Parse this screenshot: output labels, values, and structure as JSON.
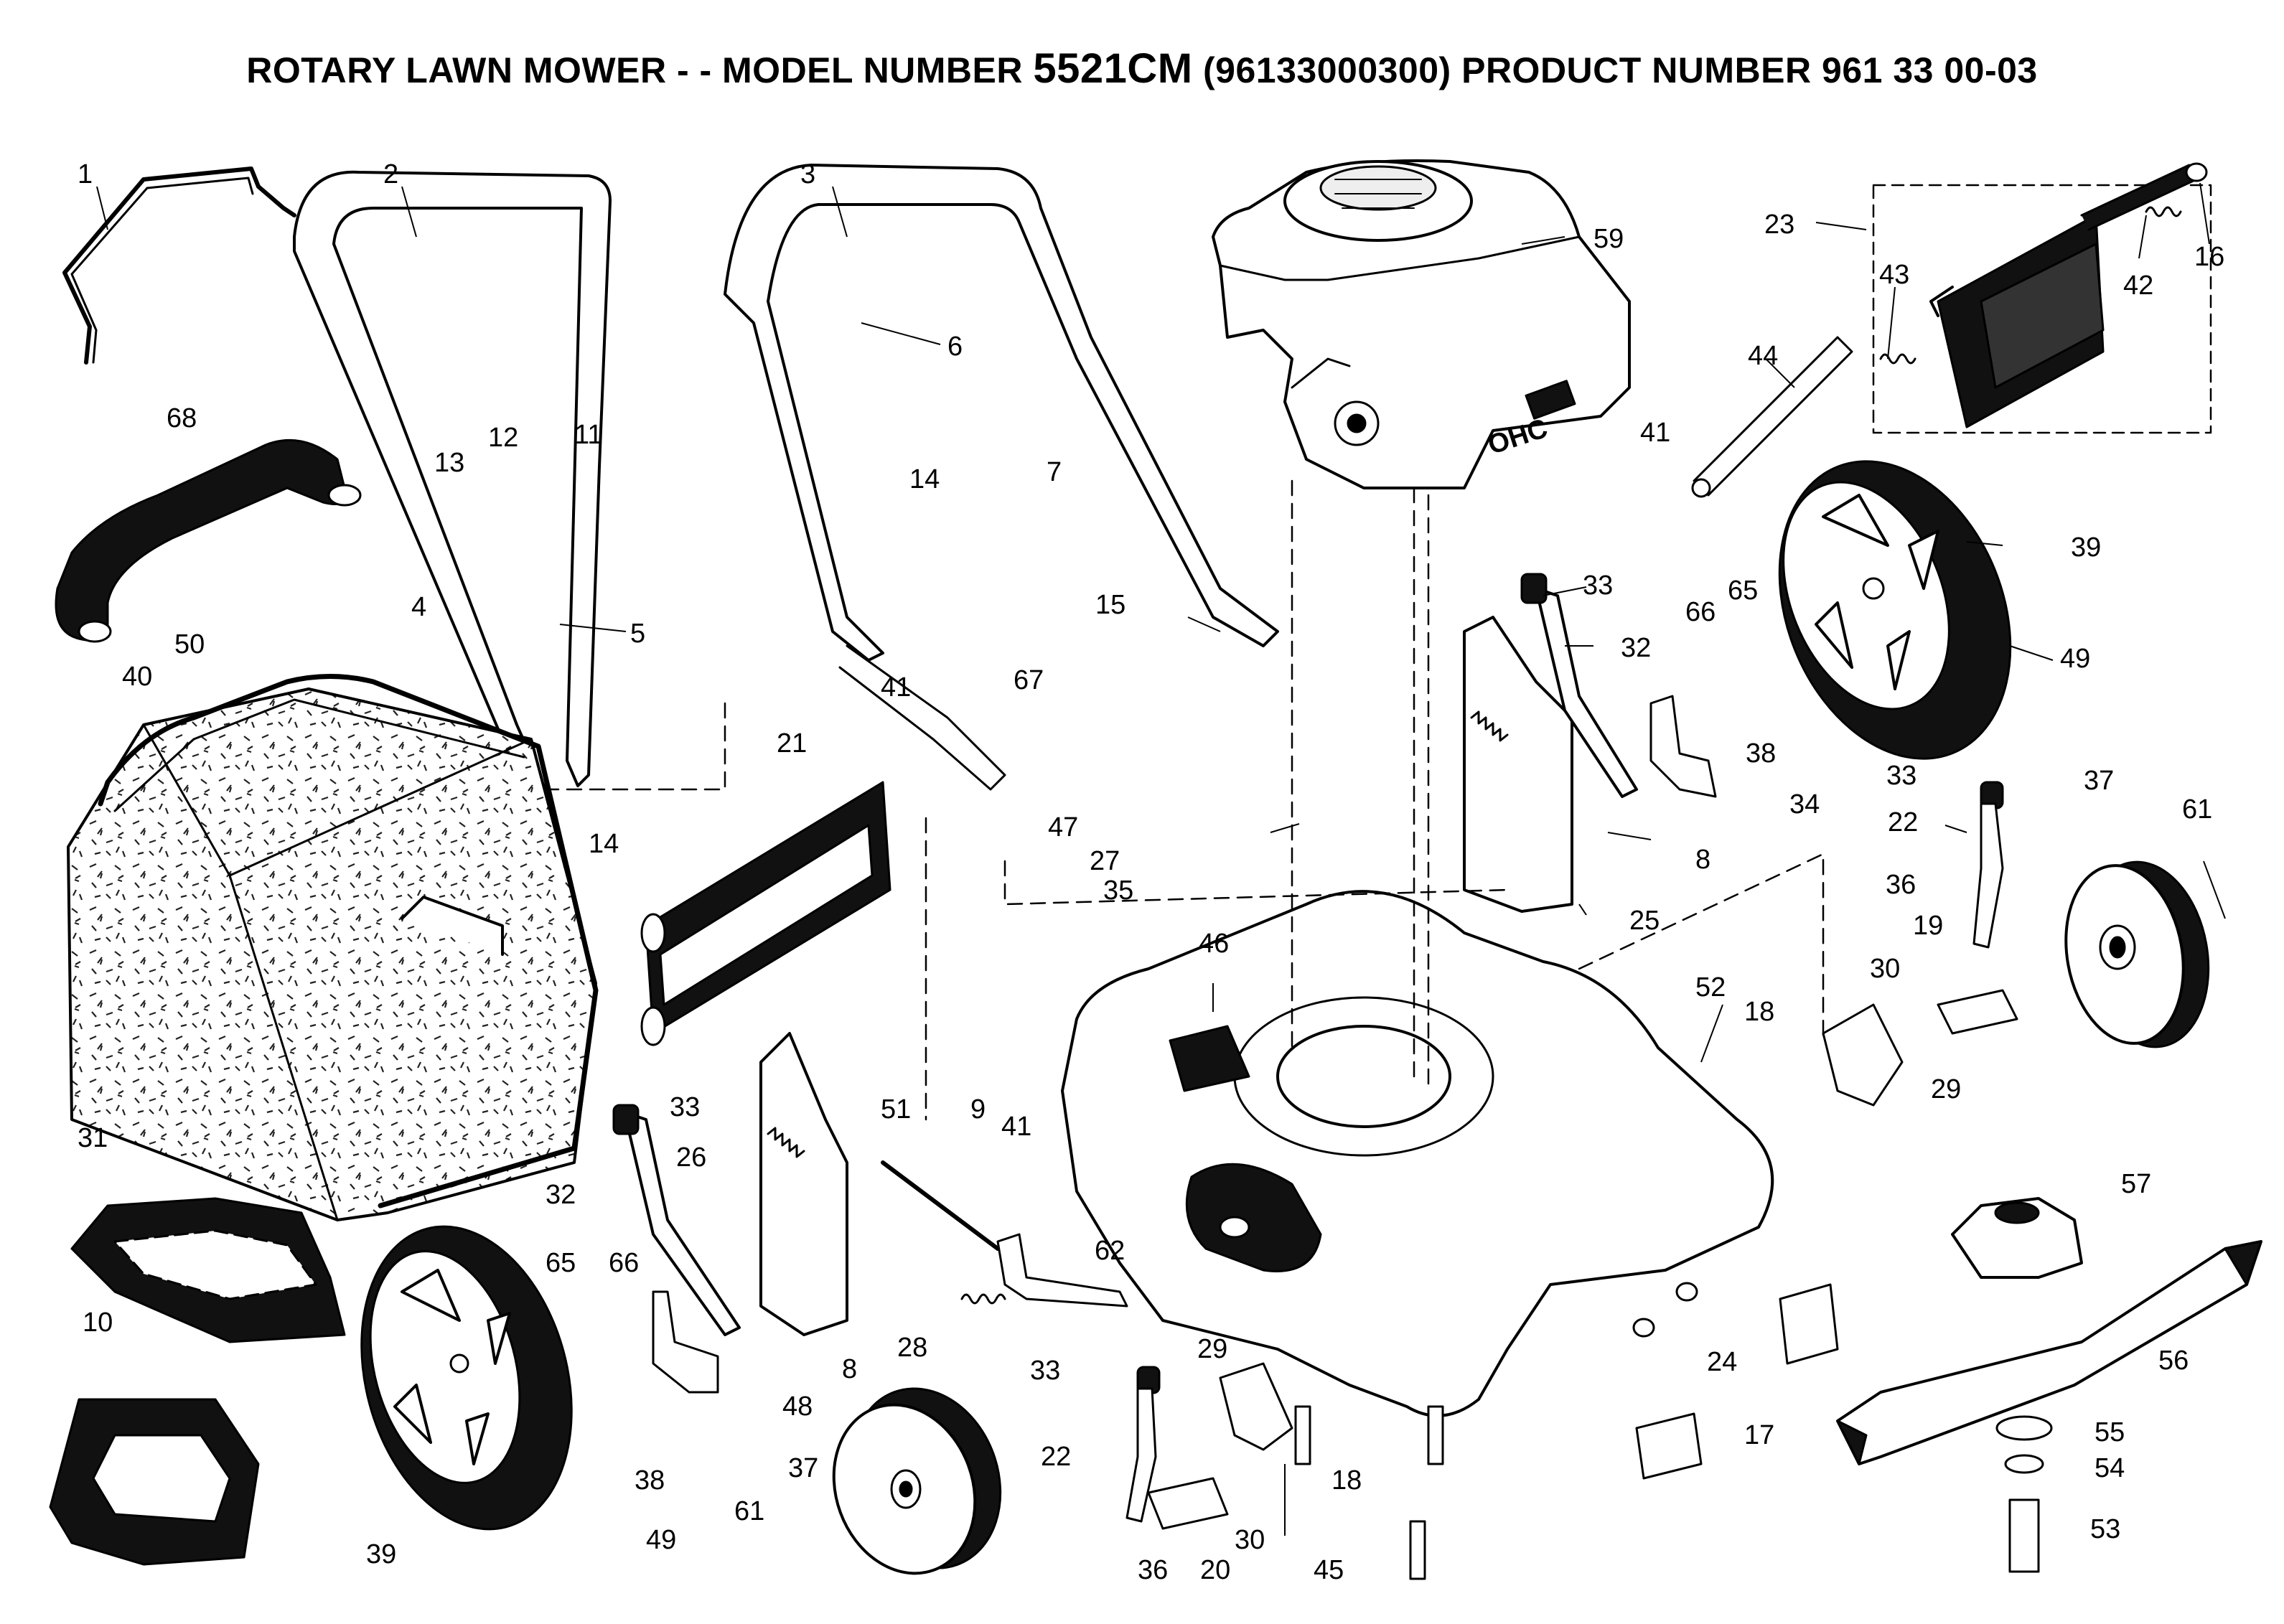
{
  "title": {
    "prefix": "ROTARY LAWN MOWER - - MODEL NUMBER ",
    "model": "5521CM",
    "suffix": " (96133000300) PRODUCT NUMBER 961 33 00-03"
  },
  "engine_badge": "OHC",
  "callouts": [
    {
      "id": "c1",
      "text": "1"
    },
    {
      "id": "c2",
      "text": "2"
    },
    {
      "id": "c3",
      "text": "3"
    },
    {
      "id": "c59",
      "text": "59"
    },
    {
      "id": "c23",
      "text": "23"
    },
    {
      "id": "c16",
      "text": "16"
    },
    {
      "id": "c43",
      "text": "43"
    },
    {
      "id": "c42",
      "text": "42"
    },
    {
      "id": "c6",
      "text": "6"
    },
    {
      "id": "c12",
      "text": "12"
    },
    {
      "id": "c11",
      "text": "11"
    },
    {
      "id": "c13",
      "text": "13"
    },
    {
      "id": "c7",
      "text": "7"
    },
    {
      "id": "c44",
      "text": "44"
    },
    {
      "id": "c41a",
      "text": "41"
    },
    {
      "id": "c68",
      "text": "68"
    },
    {
      "id": "c14a",
      "text": "14"
    },
    {
      "id": "c39a",
      "text": "39"
    },
    {
      "id": "c5",
      "text": "5"
    },
    {
      "id": "c4",
      "text": "4"
    },
    {
      "id": "c15",
      "text": "15"
    },
    {
      "id": "c33a",
      "text": "33"
    },
    {
      "id": "c32a",
      "text": "32"
    },
    {
      "id": "c66a",
      "text": "66"
    },
    {
      "id": "c65a",
      "text": "65"
    },
    {
      "id": "c49a",
      "text": "49"
    },
    {
      "id": "c40",
      "text": "40"
    },
    {
      "id": "c50",
      "text": "50"
    },
    {
      "id": "c41b",
      "text": "41"
    },
    {
      "id": "c67",
      "text": "67"
    },
    {
      "id": "c38a",
      "text": "38"
    },
    {
      "id": "c21",
      "text": "21"
    },
    {
      "id": "c14b",
      "text": "14"
    },
    {
      "id": "c34",
      "text": "34"
    },
    {
      "id": "c33b",
      "text": "33"
    },
    {
      "id": "c37a",
      "text": "37"
    },
    {
      "id": "c22a",
      "text": "22"
    },
    {
      "id": "c61a",
      "text": "61"
    },
    {
      "id": "c47",
      "text": "47"
    },
    {
      "id": "c8a",
      "text": "8"
    },
    {
      "id": "c27",
      "text": "27"
    },
    {
      "id": "c35",
      "text": "35"
    },
    {
      "id": "c36a",
      "text": "36"
    },
    {
      "id": "c25",
      "text": "25"
    },
    {
      "id": "c19",
      "text": "19"
    },
    {
      "id": "c46",
      "text": "46"
    },
    {
      "id": "c52",
      "text": "52"
    },
    {
      "id": "c18a",
      "text": "18"
    },
    {
      "id": "c30a",
      "text": "30"
    },
    {
      "id": "c29a",
      "text": "29"
    },
    {
      "id": "c33c",
      "text": "33"
    },
    {
      "id": "c41c",
      "text": "41"
    },
    {
      "id": "c9",
      "text": "9"
    },
    {
      "id": "c51",
      "text": "51"
    },
    {
      "id": "c31",
      "text": "31"
    },
    {
      "id": "c26",
      "text": "26"
    },
    {
      "id": "c32b",
      "text": "32"
    },
    {
      "id": "c57",
      "text": "57"
    },
    {
      "id": "c62",
      "text": "62"
    },
    {
      "id": "c65b",
      "text": "65"
    },
    {
      "id": "c66b",
      "text": "66"
    },
    {
      "id": "c10",
      "text": "10"
    },
    {
      "id": "c28",
      "text": "28"
    },
    {
      "id": "c8b",
      "text": "8"
    },
    {
      "id": "c56",
      "text": "56"
    },
    {
      "id": "c24",
      "text": "24"
    },
    {
      "id": "c48",
      "text": "48"
    },
    {
      "id": "c29b",
      "text": "29"
    },
    {
      "id": "c33d",
      "text": "33"
    },
    {
      "id": "c18b",
      "text": "18"
    },
    {
      "id": "c17",
      "text": "17"
    },
    {
      "id": "c38b",
      "text": "38"
    },
    {
      "id": "c37b",
      "text": "37"
    },
    {
      "id": "c22b",
      "text": "22"
    },
    {
      "id": "c55",
      "text": "55"
    },
    {
      "id": "c54",
      "text": "54"
    },
    {
      "id": "c61b",
      "text": "61"
    },
    {
      "id": "c30b",
      "text": "30"
    },
    {
      "id": "c53",
      "text": "53"
    },
    {
      "id": "c39b",
      "text": "39"
    },
    {
      "id": "c49b",
      "text": "49"
    },
    {
      "id": "c36b",
      "text": "36"
    },
    {
      "id": "c20",
      "text": "20"
    },
    {
      "id": "c45",
      "text": "45"
    }
  ]
}
